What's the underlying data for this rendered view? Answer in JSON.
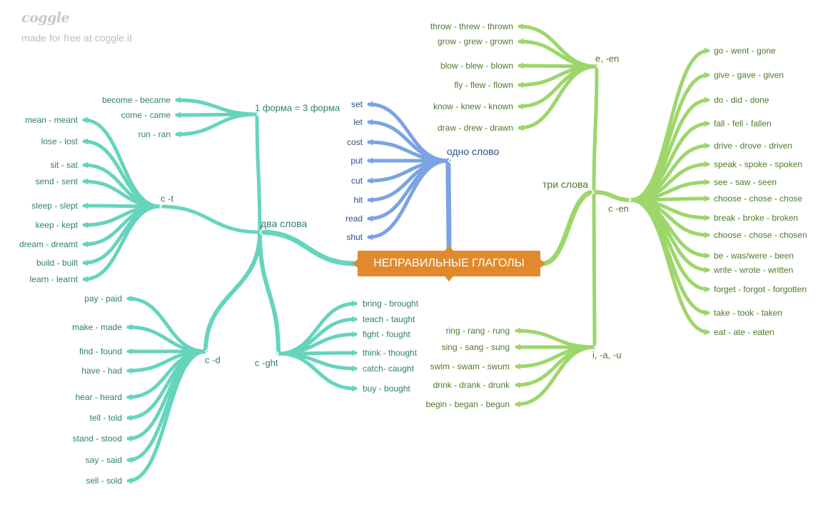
{
  "brand": {
    "logo": "coggle",
    "tagline": "made for free at coggle.it"
  },
  "root": {
    "label": "НЕПРАВИЛЬНЫЕ ГЛАГОЛЫ",
    "color": "#e08a2d"
  },
  "colors": {
    "teal": "#66d4bd",
    "blue": "#7aa3e3",
    "green": "#9dd66a",
    "teal_text": "#2f7f6e",
    "blue_text": "#2c4f86",
    "green_text": "#4c7a2a"
  },
  "branches": {
    "dva": {
      "label": "два слова",
      "groups": {
        "f13": {
          "label": "1 форма = 3 форма",
          "items": [
            "become - became",
            "come - came",
            "run - ran"
          ]
        },
        "ct": {
          "label": "с -t",
          "items": [
            "mean - meant",
            "lose - lost",
            "sit - sat",
            "send - sent",
            "sleep - slept",
            "keep - kept",
            "dream - dreamt",
            "build - built",
            "learn - learnt"
          ]
        },
        "cd": {
          "label": "с -d",
          "items": [
            "pay - paid",
            "make - made",
            "find - found",
            "have - had",
            "hear - heard",
            "tell - told",
            "stand - stood",
            "say - said",
            "sell - sold"
          ]
        },
        "cght": {
          "label": "с -ght",
          "items": [
            "bring - brought",
            "teach - taught",
            "fight - fought",
            "think - thought",
            "catch- caught",
            "buy - bought"
          ]
        }
      }
    },
    "odno": {
      "label": "одно слово",
      "items": [
        "set",
        "let",
        "cost",
        "put",
        "cut",
        "hit",
        "read",
        "shut"
      ]
    },
    "tri": {
      "label": "три слова",
      "groups": {
        "een": {
          "label": "e, -en",
          "items": [
            "throw - threw - thrown",
            "grow - grew - grown",
            "blow - blew - blown",
            "fly - flew - flown",
            "know - knew - known",
            "draw - drew - drawn"
          ]
        },
        "cen": {
          "label": "с -en",
          "items": [
            "go - went - gone",
            "give - gave - given",
            "do - did - done",
            "fall - fell - fallen",
            "drive - drove - driven",
            "speak - spoke - spoken",
            "see - saw - seen",
            "choose - chose - chose",
            "break - broke - broken",
            "choose - chose - chosen",
            "be - was/were - been",
            "write - wrote - written",
            "forget - forgot - forgotten",
            "take - took - taken",
            "eat - ate - eaten"
          ]
        },
        "iau": {
          "label": "i, -a, -u",
          "items": [
            "ring - rang - rung",
            "sing - sang - sung",
            "swim - swam - swum",
            "drink - drank - drunk",
            "begin - began - begun"
          ]
        }
      }
    }
  }
}
